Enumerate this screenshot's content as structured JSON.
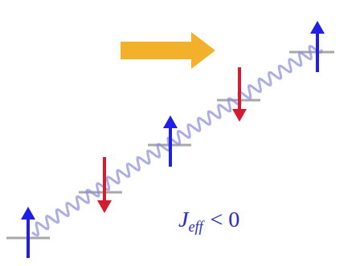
{
  "diagram": {
    "labels": [
      "J",
      "eff",
      "< 0"
    ]
  }
}
